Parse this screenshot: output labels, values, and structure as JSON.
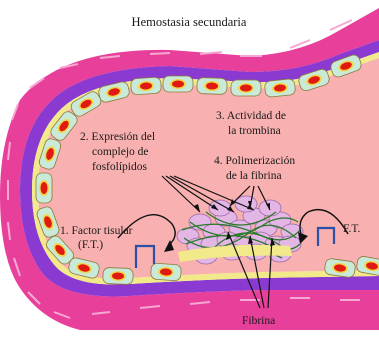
{
  "title": "Hemostasia secundaria",
  "labels": {
    "factor_tisular_line1": "1. Factor tisular",
    "factor_tisular_line2": "(F.T.)",
    "expresion_line1": "2. Expresión del",
    "expresion_line2": "complejo de",
    "expresion_line3": "fosfolípidos",
    "actividad_line1": "3. Actividad de",
    "actividad_line2": "la trombina",
    "polimerizacion_line1": "4. Polimerización",
    "polimerizacion_line2": "de la fibrina",
    "ft_right": "F.T.",
    "fibrina": "Fibrina"
  },
  "colors": {
    "adventitia": "#e8409a",
    "adventitia_streak": "#f6a8d2",
    "media": "#8a3ad0",
    "basement": "#f2ea8a",
    "endothelium": "#c9ead8",
    "nucleus": "#e01a10",
    "nucleus_ring": "#f0d64a",
    "lumen": "#f8b0b0",
    "platelet": "#e4b6e6",
    "fibrin": "#2a7a2a",
    "ft_marker": "#2c4fa8"
  }
}
